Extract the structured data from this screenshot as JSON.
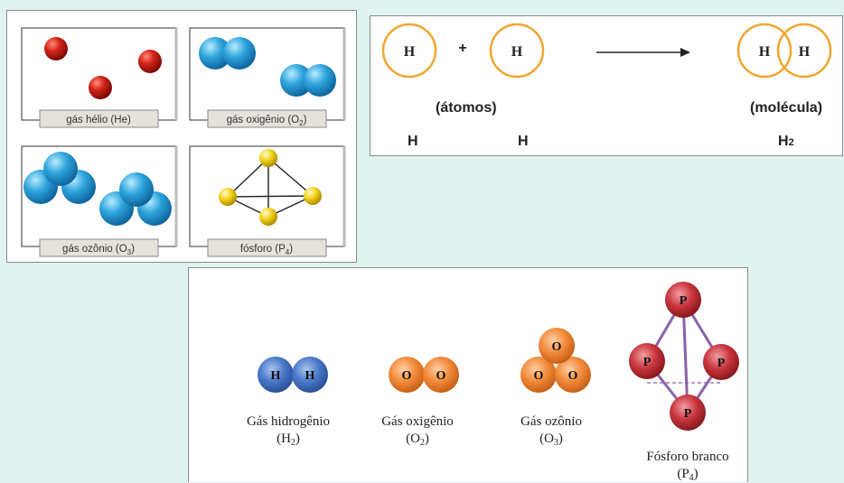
{
  "palette": {
    "background": "#dff3f0",
    "helium_red": "#c61b12",
    "oxygen_blue": "#2ea4dc",
    "phosphorus_yellow": "#f2d21a",
    "atom_ring_orange": "#f0a630",
    "hydrogen_blue": "#3f6fbf",
    "oxygen_orange": "#f08c3c",
    "phosphorus_red": "#c6343b",
    "bond_purple": "#8a62a8"
  },
  "panel_a": {
    "cards": [
      {
        "name": "helium",
        "label": "gás hélio (He)",
        "label_main": "gás hélio (He)",
        "label_sub": ""
      },
      {
        "name": "oxygen",
        "label": "gás oxigênio (O2)",
        "label_main": "gás oxigênio (O",
        "label_sub": "2",
        "label_end": ")"
      },
      {
        "name": "ozone",
        "label": "gás ozônio (O3)",
        "label_main": "gás ozônio (O",
        "label_sub": "3",
        "label_end": ")"
      },
      {
        "name": "phosphorus",
        "label": "fósforo (P4)",
        "label_main": "fósforo (P",
        "label_sub": "4",
        "label_end": ")"
      }
    ]
  },
  "panel_b": {
    "atom_symbol": "H",
    "plus": "+",
    "atoms_caption": "(átomos)",
    "molecule_caption": "(molécula)",
    "left_formula": "H",
    "middle_formula": "H",
    "molecule_formula_main": "H",
    "molecule_formula_sub": "2"
  },
  "panel_c": {
    "molecules": [
      {
        "atoms": [
          "H",
          "H"
        ],
        "name": "Gás hidrogênio",
        "formula_main": "(H",
        "formula_sub": "2",
        "formula_end": ")"
      },
      {
        "atoms": [
          "O",
          "O"
        ],
        "name": "Gás oxigênio",
        "formula_main": "(O",
        "formula_sub": "2",
        "formula_end": ")"
      },
      {
        "atoms": [
          "O",
          "O",
          "O"
        ],
        "name": "Gás ozônio",
        "formula_main": "(O",
        "formula_sub": "3",
        "formula_end": ")"
      },
      {
        "atoms": [
          "P",
          "P",
          "P",
          "P"
        ],
        "name": "Fósforo branco",
        "formula_main": "(P",
        "formula_sub": "4",
        "formula_end": ")"
      }
    ]
  }
}
